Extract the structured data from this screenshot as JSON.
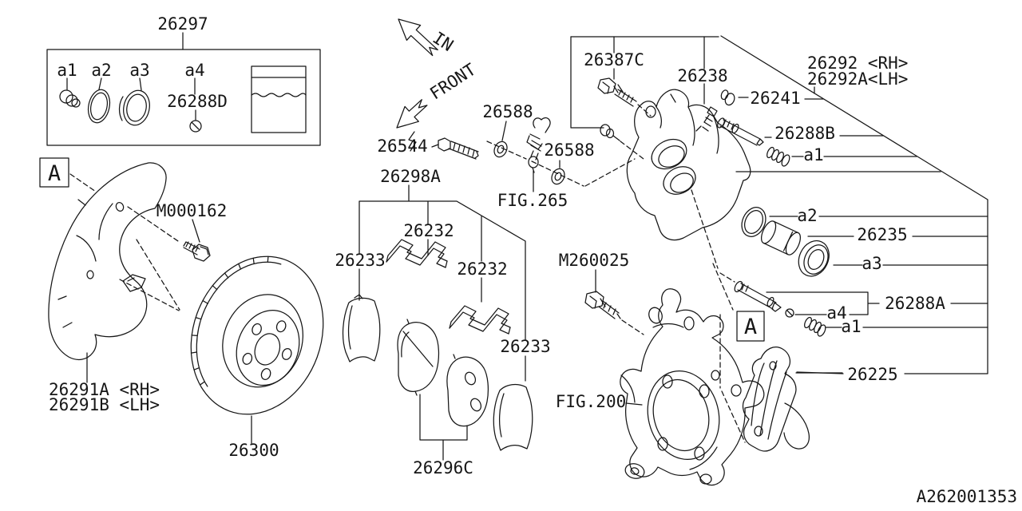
{
  "page": {
    "background": "#ffffff",
    "ink": "#161616",
    "description": "Front disc brake exploded parts diagram"
  },
  "diagram": {
    "code": "A262001353"
  },
  "labels": [
    {
      "name": "kit-part-number",
      "text": "26297"
    },
    {
      "name": "kit-callout-a1",
      "text": "a1"
    },
    {
      "name": "kit-callout-a2",
      "text": "a2"
    },
    {
      "name": "kit-callout-a3",
      "text": "a3"
    },
    {
      "name": "kit-callout-a4",
      "text": "a4"
    },
    {
      "name": "kit-sub-part-number",
      "text": "26288D"
    },
    {
      "name": "view-marker-a-top",
      "text": "A"
    },
    {
      "name": "shield-bolt-number",
      "text": "M000162"
    },
    {
      "name": "splash-shield-rh",
      "text": "26291A <RH>"
    },
    {
      "name": "splash-shield-lh",
      "text": "26291B <LH>"
    },
    {
      "name": "rotor-number",
      "text": "26300"
    },
    {
      "name": "arrow-in-label",
      "text": "IN"
    },
    {
      "name": "arrow-front-label",
      "text": "FRONT"
    },
    {
      "name": "union-bolt-number",
      "text": "26544"
    },
    {
      "name": "gasket-number-1",
      "text": "26588"
    },
    {
      "name": "gasket-number-2",
      "text": "26588"
    },
    {
      "name": "hose-figure-ref",
      "text": "FIG.265"
    },
    {
      "name": "pad-clip-kit-number",
      "text": "26298A"
    },
    {
      "name": "clip-number-1",
      "text": "26232"
    },
    {
      "name": "shim-number-1",
      "text": "26233"
    },
    {
      "name": "clip-number-2",
      "text": "26232"
    },
    {
      "name": "shim-number-2",
      "text": "26233"
    },
    {
      "name": "pad-set-number",
      "text": "26296C"
    },
    {
      "name": "caliper-bolt-number",
      "text": "26387C"
    },
    {
      "name": "bleeder-number",
      "text": "26238"
    },
    {
      "name": "bleeder-cap-number",
      "text": "26241"
    },
    {
      "name": "caliper-rh",
      "text": "26292 <RH>"
    },
    {
      "name": "caliper-lh",
      "text": "26292A<LH>"
    },
    {
      "name": "lock-pin-number",
      "text": "26288B"
    },
    {
      "name": "callout-a1-upper",
      "text": "a1"
    },
    {
      "name": "callout-a2",
      "text": "a2"
    },
    {
      "name": "piston-number",
      "text": "26235"
    },
    {
      "name": "callout-a3",
      "text": "a3"
    },
    {
      "name": "pin-boot-kit-number",
      "text": "26288A"
    },
    {
      "name": "callout-a4",
      "text": "a4"
    },
    {
      "name": "callout-a1-lower",
      "text": "a1"
    },
    {
      "name": "view-marker-a-mid",
      "text": "A"
    },
    {
      "name": "knuckle-bolt-number",
      "text": "M260025"
    },
    {
      "name": "knuckle-figure-ref",
      "text": "FIG.200"
    },
    {
      "name": "support-bracket-number",
      "text": "26225"
    },
    {
      "name": "diagram-code",
      "text": "A262001353"
    }
  ]
}
